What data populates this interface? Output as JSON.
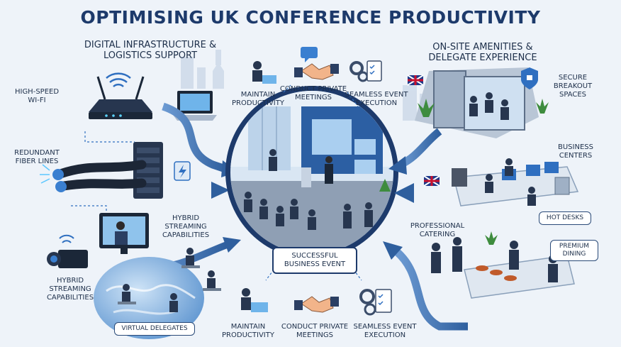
{
  "title": "OPTIMISING UK CONFERENCE PRODUCTIVITY",
  "left_section": {
    "title": "DIGITAL INFRASTRUCTURE & LOGISTICS SUPPORT",
    "items": {
      "wifi": "HIGH-SPEED WI-FI",
      "fiber": "REDUNDANT FIBER LINES",
      "streaming_top": "HYBRID STREAMING CAPABILITIES",
      "streaming_bottom": "HYBRID STREAMING CAPABILITIES",
      "virtual": "VIRTUAL DELEGATES"
    }
  },
  "right_section": {
    "title": "ON-SITE AMENITIES & DELEGATE EXPERIENCE",
    "items": {
      "breakout": "SECURE BREAKOUT SPACES",
      "business": "BUSINESS CENTERS",
      "hotdesks": "HOT DESKS",
      "catering": "PROFESSIONAL CATERING",
      "dining": "PREMIUM DINING"
    }
  },
  "top_benefits": {
    "productivity": "MAINTAIN PRODUCTIVITY",
    "meetings": "CONDUCT PRIVATE MEETINGS",
    "execution": "SEAMLESS EVENT EXECUTION"
  },
  "bottom_benefits": {
    "productivity": "MAINTAIN PRODUCTIVITY",
    "meetings": "CONDUCT PRIVATE MEETINGS",
    "execution": "SEAMLESS EVENT EXECUTION"
  },
  "center": {
    "label": "SUCCESSFUL BUSINESS EVENT"
  },
  "colors": {
    "navy": "#1d3a6b",
    "arrow_blue": "#3f74b6",
    "accent_blue": "#4d8fd6",
    "background": "#eef3f9"
  }
}
